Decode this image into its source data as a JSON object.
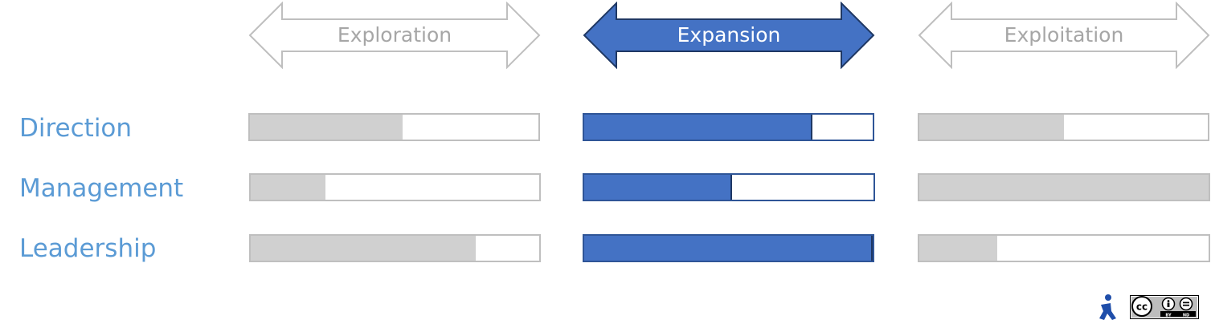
{
  "colors": {
    "active_fill": "#4472c4",
    "active_outline": "#2f5597",
    "inactive_fill": "#d0d0d0",
    "inactive_outline": "#bfbfbf",
    "row_label": "#5b9bd5"
  },
  "phases": [
    {
      "label": "Exploration",
      "active": false
    },
    {
      "label": "Expansion",
      "active": true
    },
    {
      "label": "Exploitation",
      "active": false
    }
  ],
  "rows": [
    {
      "label": "Direction",
      "levels": [
        0.53,
        0.79,
        0.5
      ]
    },
    {
      "label": "Management",
      "levels": [
        0.26,
        0.51,
        1.0
      ]
    },
    {
      "label": "Leadership",
      "levels": [
        0.78,
        1.0,
        0.27
      ]
    }
  ],
  "icons": [
    "person-logo-icon",
    "cc-by-nd-license-icon"
  ]
}
